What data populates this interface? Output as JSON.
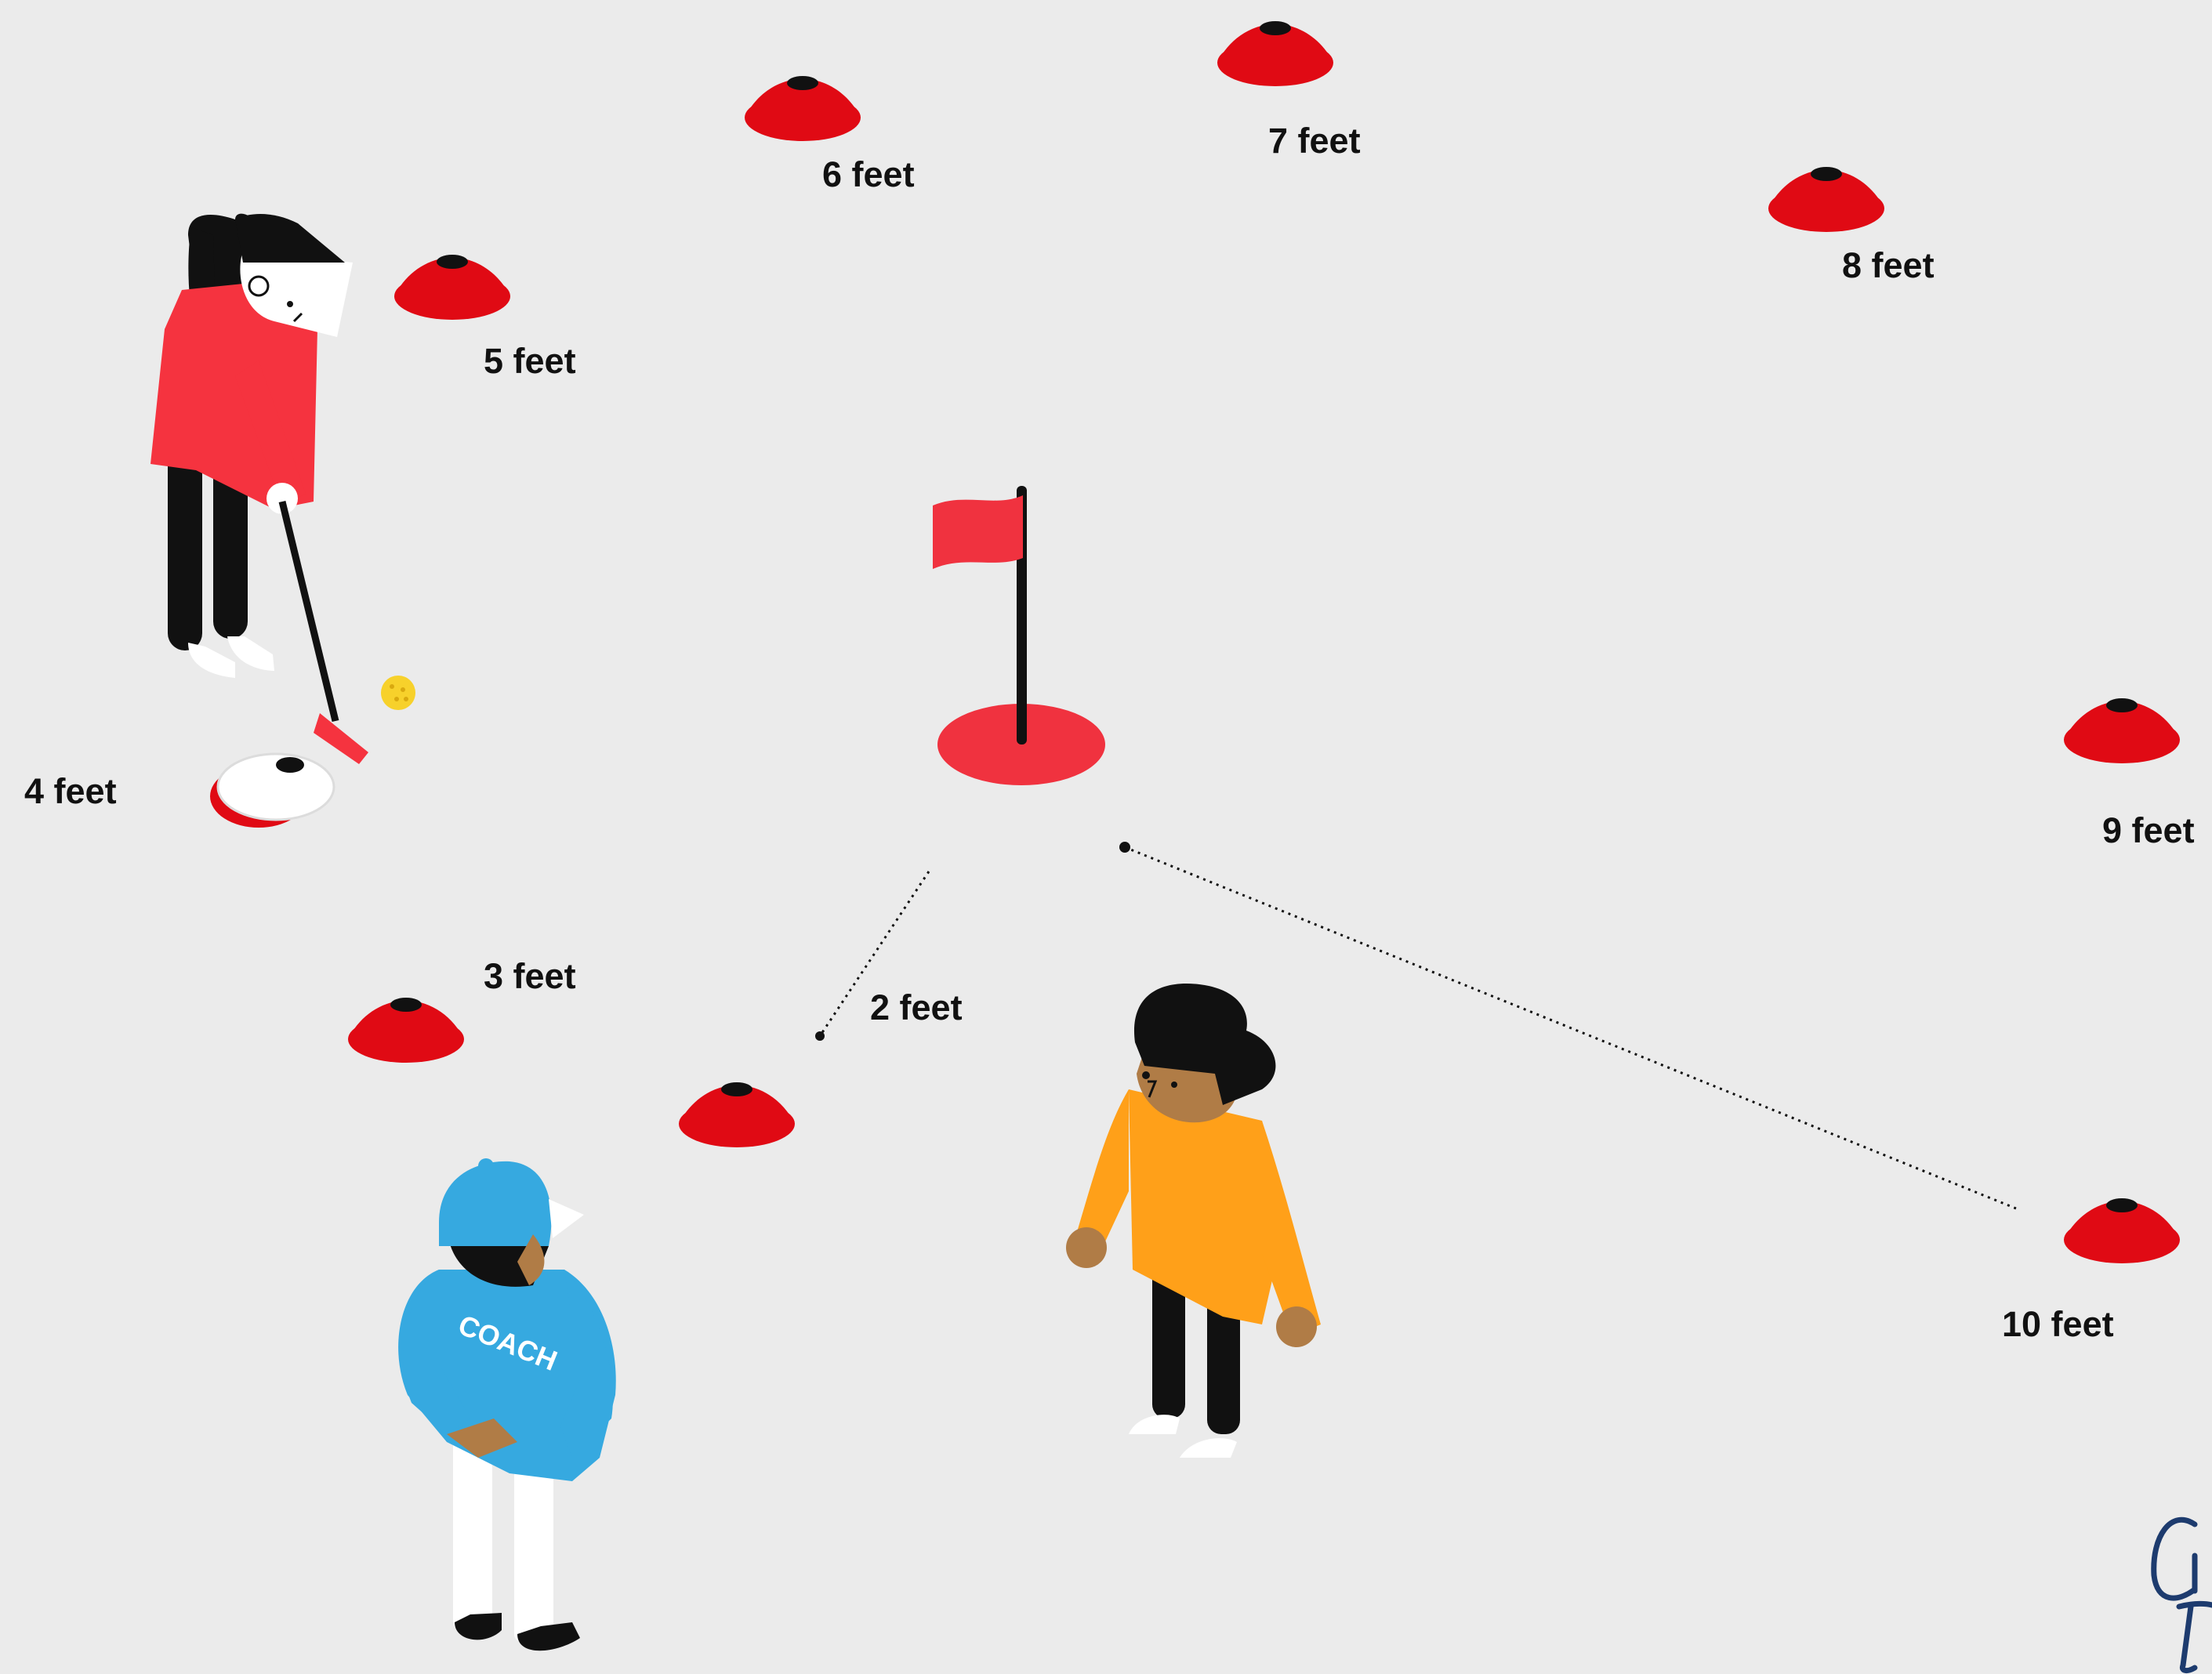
{
  "drill": {
    "distance_labels": [
      {
        "id": "2",
        "text": "2 feet"
      },
      {
        "id": "3",
        "text": "3 feet"
      },
      {
        "id": "4",
        "text": "4 feet"
      },
      {
        "id": "5",
        "text": "5 feet"
      },
      {
        "id": "6",
        "text": "6 feet"
      },
      {
        "id": "7",
        "text": "7 feet"
      },
      {
        "id": "8",
        "text": "8 feet"
      },
      {
        "id": "9",
        "text": "9 feet"
      },
      {
        "id": "10",
        "text": "10 feet"
      }
    ],
    "coach_shirt_text": "COACH"
  },
  "colors": {
    "background": "#ebebeb",
    "cone_red": "#e00a14",
    "flag_red": "#f0323f",
    "golfer_red": "#f5333f",
    "coach_blue": "#36a9e0",
    "player_orange": "#ffa019",
    "ball_yellow": "#f7d12b",
    "logo_navy": "#1d3b6e"
  },
  "logo": {
    "icon": "brand-signature-logo"
  }
}
